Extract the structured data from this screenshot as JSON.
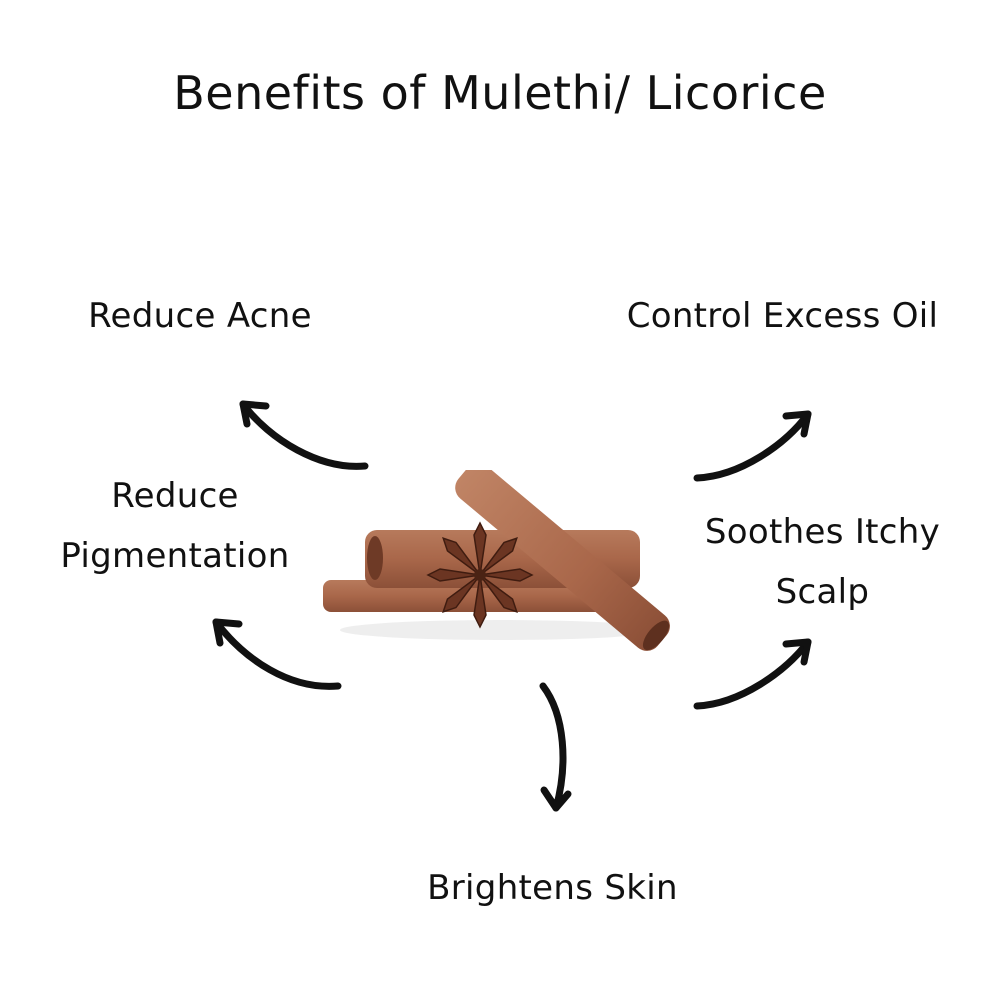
{
  "title": "Benefits of Mulethi/ Licorice",
  "benefits": {
    "top_left": "Reduce Acne",
    "top_right": "Control Excess Oil",
    "mid_left_line1": "Reduce",
    "mid_left_line2": "Pigmentation",
    "mid_right_line1": "Soothes Itchy",
    "mid_right_line2": "Scalp",
    "bottom": "Brightens Skin"
  },
  "center_image": "licorice-sticks-and-star-anise",
  "colors": {
    "text": "#111111",
    "stick": "#a9674a",
    "stick_dark": "#7a4330",
    "anise": "#5a2e1e",
    "background": "#ffffff"
  }
}
